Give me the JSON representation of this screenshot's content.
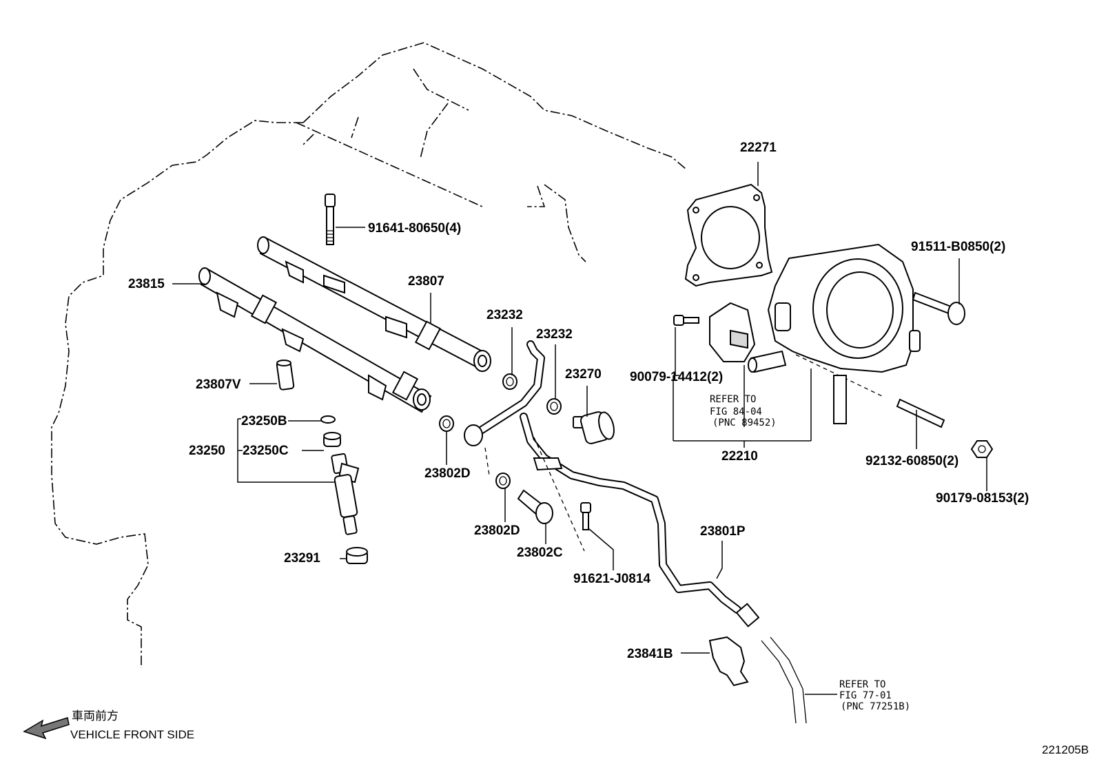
{
  "labels": {
    "p22271": "22271",
    "p91641": "91641-80650(4)",
    "p91511": "91511-B0850(2)",
    "p23815": "23815",
    "p23807": "23807",
    "p23232a": "23232",
    "p23232b": "23232",
    "p23270": "23270",
    "p90079": "90079-14412(2)",
    "p23807v": "23807V",
    "p23250b": "23250B",
    "p23250": "23250",
    "p23250c": "23250C",
    "p23802d_a": "23802D",
    "p22210": "22210",
    "p92132": "92132-60850(2)",
    "p90179": "90179-08153(2)",
    "p23802d_b": "23802D",
    "p23802c": "23802C",
    "p23801p": "23801P",
    "p23291": "23291",
    "p91621": "91621-J0814",
    "p23841b": "23841B"
  },
  "refer_a": {
    "line1": "REFER TO",
    "line2": "FIG 84-04",
    "line3": "(PNC 89452)"
  },
  "refer_b": {
    "line1": "REFER TO",
    "line2": "FIG 77-01",
    "line3": "(PNC 77251B)"
  },
  "direction": {
    "japanese": "車両前方",
    "english": "VEHICLE FRONT SIDE"
  },
  "figure_id": "221205B"
}
